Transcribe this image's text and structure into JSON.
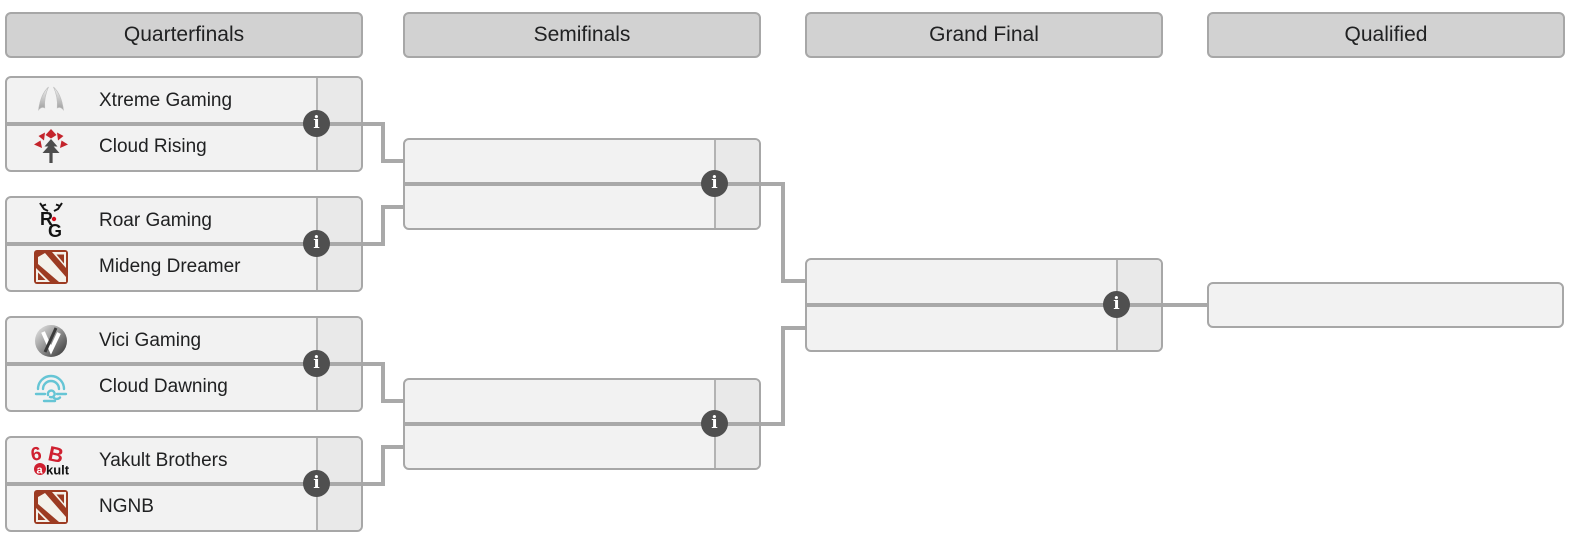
{
  "headers": [
    {
      "label": "Quarterfinals"
    },
    {
      "label": "Semifinals"
    },
    {
      "label": "Grand Final"
    },
    {
      "label": "Qualified"
    }
  ],
  "info_icon": {
    "name": "info-icon",
    "glyph": "i"
  },
  "colors": {
    "header_bg": "#d2d2d2",
    "box_bg": "#f2f2f2",
    "score_cell_bg": "#e9e9e9",
    "border": "#a7a7a7",
    "connector_line": "#a9a9a9",
    "info_icon_bg": "#4f4f4f",
    "text": "#202122",
    "dota_red": "#9c3b22",
    "cloud_rising_red": "#c4242c",
    "roar_black": "#141414",
    "cloud_dawning_cyan": "#66c5d5",
    "yakult_red": "#cf2030",
    "silver": "#c9c9c9"
  },
  "bracket": {
    "quarterfinals": [
      {
        "teams": [
          {
            "name": "Xtreme Gaming",
            "icon": "xtreme-gaming-logo",
            "score": ""
          },
          {
            "name": "Cloud Rising",
            "icon": "cloud-rising-logo",
            "score": ""
          }
        ]
      },
      {
        "teams": [
          {
            "name": "Roar Gaming",
            "icon": "roar-gaming-logo",
            "score": ""
          },
          {
            "name": "Mideng Dreamer",
            "icon": "dota2-logo",
            "score": ""
          }
        ]
      },
      {
        "teams": [
          {
            "name": "Vici Gaming",
            "icon": "vici-gaming-logo",
            "score": ""
          },
          {
            "name": "Cloud Dawning",
            "icon": "cloud-dawning-logo",
            "score": ""
          }
        ]
      },
      {
        "teams": [
          {
            "name": "Yakult Brothers",
            "icon": "yakult-brothers-logo",
            "score": ""
          },
          {
            "name": "NGNB",
            "icon": "dota2-logo",
            "score": ""
          }
        ]
      }
    ],
    "semifinals": [
      {
        "teams": [
          {
            "name": "",
            "score": ""
          },
          {
            "name": "",
            "score": ""
          }
        ]
      },
      {
        "teams": [
          {
            "name": "",
            "score": ""
          },
          {
            "name": "",
            "score": ""
          }
        ]
      }
    ],
    "grand_final": {
      "teams": [
        {
          "name": "",
          "score": ""
        },
        {
          "name": "",
          "score": ""
        }
      ]
    },
    "qualified_slot": {
      "name": ""
    }
  }
}
